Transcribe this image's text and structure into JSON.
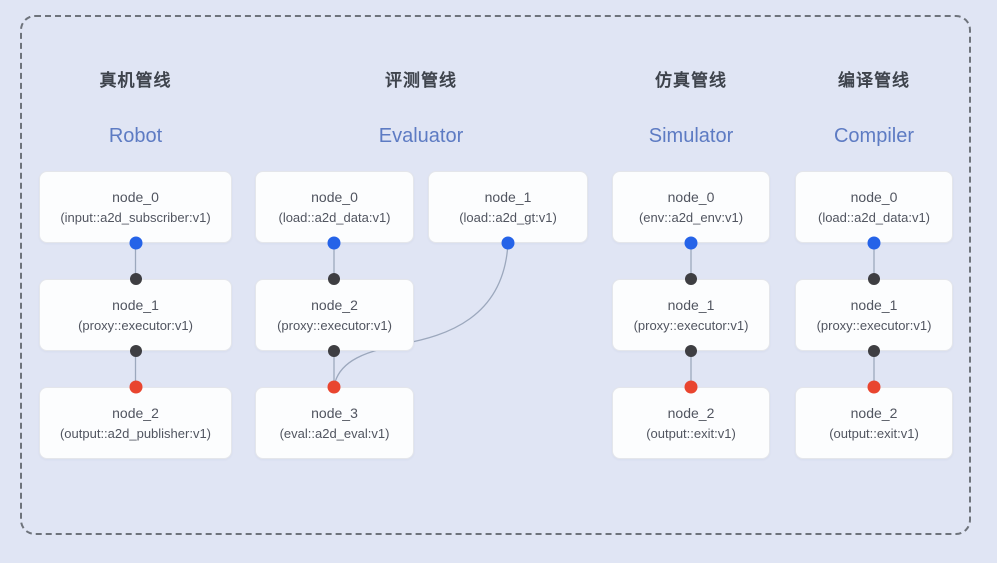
{
  "frame": {
    "background_color": "#e0e5f4",
    "border_color": "#6e737b"
  },
  "colors": {
    "blue_port": "#2563e8",
    "black_port": "#3e3e42",
    "red_port": "#e9452f",
    "connector_line": "#9ca8bd",
    "title_cn": "#3e434c",
    "title_en": "#5d7bc3",
    "node_text": "#515560"
  },
  "pipelines": [
    {
      "title_cn": "真机管线",
      "title_en": "Robot",
      "nodes": [
        {
          "name": "node_0",
          "type": "(input::a2d_subscriber:v1)"
        },
        {
          "name": "node_1",
          "type": "(proxy::executor:v1)"
        },
        {
          "name": "node_2",
          "type": "(output::a2d_publisher:v1)"
        }
      ]
    },
    {
      "title_cn": "评测管线",
      "title_en": "Evaluator",
      "nodes": [
        {
          "name": "node_0",
          "type": "(load::a2d_data:v1)"
        },
        {
          "name": "node_1",
          "type": "(load::a2d_gt:v1)"
        },
        {
          "name": "node_2",
          "type": "(proxy::executor:v1)"
        },
        {
          "name": "node_3",
          "type": "(eval::a2d_eval:v1)"
        }
      ]
    },
    {
      "title_cn": "仿真管线",
      "title_en": "Simulator",
      "nodes": [
        {
          "name": "node_0",
          "type": "(env::a2d_env:v1)"
        },
        {
          "name": "node_1",
          "type": "(proxy::executor:v1)"
        },
        {
          "name": "node_2",
          "type": "(output::exit:v1)"
        }
      ]
    },
    {
      "title_cn": "编译管线",
      "title_en": "Compiler",
      "nodes": [
        {
          "name": "node_0",
          "type": "(load::a2d_data:v1)"
        },
        {
          "name": "node_1",
          "type": "(proxy::executor:v1)"
        },
        {
          "name": "node_2",
          "type": "(output::exit:v1)"
        }
      ]
    }
  ]
}
